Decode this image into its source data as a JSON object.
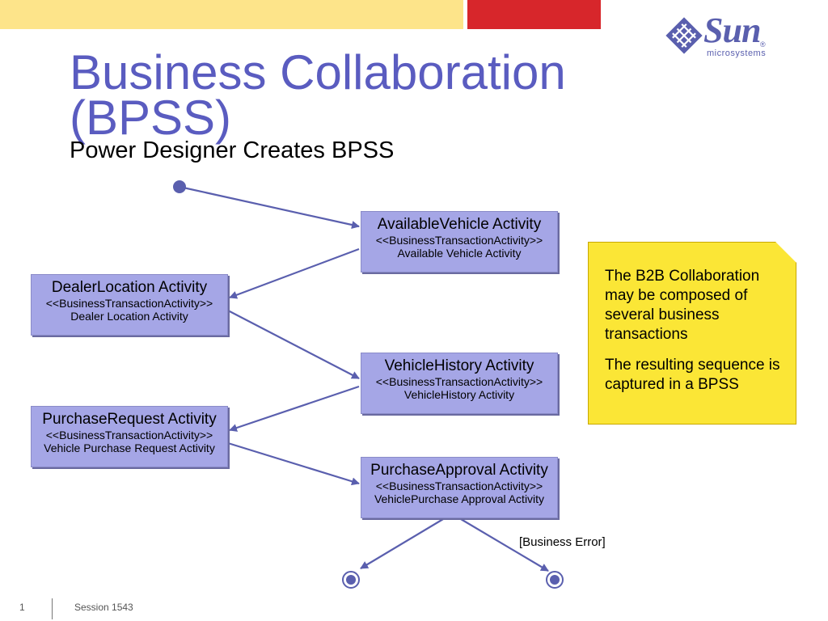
{
  "slide": {
    "title": "Business Collaboration (BPSS)",
    "subtitle": "Power Designer Creates BPSS"
  },
  "logo": {
    "word": "Sun",
    "registered": "®",
    "sub": "microsystems"
  },
  "activities": {
    "available": {
      "name": "AvailableVehicle Activity",
      "stereotype": "<<BusinessTransactionActivity>>",
      "description": "Available Vehicle Activity"
    },
    "dealer": {
      "name": "DealerLocation Activity",
      "stereotype": "<<BusinessTransactionActivity>>",
      "description": "Dealer Location Activity"
    },
    "history": {
      "name": "VehicleHistory Activity",
      "stereotype": "<<BusinessTransactionActivity>>",
      "description": "VehicleHistory Activity"
    },
    "purchase_request": {
      "name": "PurchaseRequest Activity",
      "stereotype": "<<BusinessTransactionActivity>>",
      "description": "Vehicle Purchase Request Activity"
    },
    "approval": {
      "name": "PurchaseApproval Activity",
      "stereotype": "<<BusinessTransactionActivity>>",
      "description": "VehiclePurchase Approval Activity"
    }
  },
  "note": {
    "paragraph1": "The B2B Collaboration may be composed of several business transactions",
    "paragraph2": "The resulting sequence is captured in a BPSS"
  },
  "guard_label": "[Business Error]",
  "footer": {
    "page_number": "1",
    "session": "Session 1543"
  },
  "colors": {
    "title": "#5a5cc0",
    "activity_fill": "#a5a6e6",
    "note_fill": "#fbe636",
    "connector": "#5a5fae",
    "top_bar_yellow": "#fde48a",
    "top_bar_red": "#d7262b"
  }
}
